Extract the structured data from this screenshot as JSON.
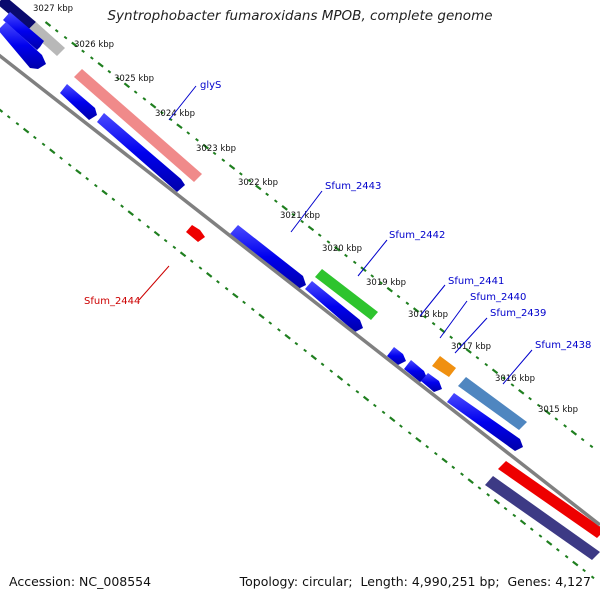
{
  "title": "Syntrophobacter fumaroxidans MPOB, complete genome",
  "accession": {
    "label": "Accession:",
    "value": "NC_008554"
  },
  "topology": {
    "label": "Topology:",
    "value": "circular"
  },
  "length": {
    "label": "Length:",
    "value": "4,990,251 bp"
  },
  "genes": {
    "label": "Genes:",
    "value": "4,127"
  },
  "colors": {
    "backbone": "#808080",
    "tick": "#1f7f1f",
    "forward_cds": "#0000ee",
    "reverse_cds": "#0000ee",
    "rna": "#ee0000",
    "gene_label": "#0000cc",
    "rna_label": "#cc0000"
  },
  "scale_labels": [
    "3027 kbp",
    "3026 kbp",
    "3025 kbp",
    "3024 kbp",
    "3023 kbp",
    "3022 kbp",
    "3021 kbp",
    "3020 kbp",
    "3019 kbp",
    "3018 kbp",
    "3017 kbp",
    "3016 kbp",
    "3015 kbp"
  ],
  "gene_labels": [
    {
      "text": "glyS",
      "color": "blue"
    },
    {
      "text": "Sfum_2443",
      "color": "blue"
    },
    {
      "text": "Sfum_2442",
      "color": "blue"
    },
    {
      "text": "Sfum_2441",
      "color": "blue"
    },
    {
      "text": "Sfum_2440",
      "color": "blue"
    },
    {
      "text": "Sfum_2439",
      "color": "blue"
    },
    {
      "text": "Sfum_2438",
      "color": "blue"
    },
    {
      "text": "Sfum_2444",
      "color": "red"
    }
  ]
}
